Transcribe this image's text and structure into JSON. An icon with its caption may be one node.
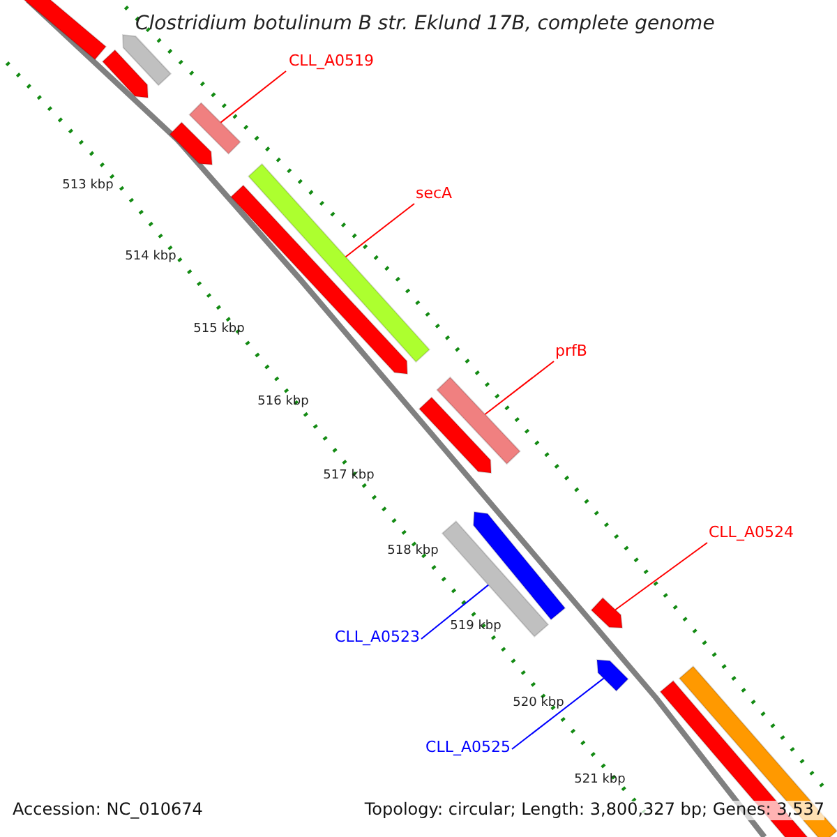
{
  "diagram": {
    "title": "Clostridium botulinum B str. Eklund 17B, complete genome",
    "nodes": [
      {
        "text": [
          "CLL_A0519"
        ]
      },
      {
        "text": [],
        "shape": "bar"
      },
      {
        "text": [
          "secA"
        ]
      },
      {
        "text": [],
        "shape": "bar"
      },
      {
        "text": [
          "prfB"
        ]
      },
      {
        "text": [],
        "shape": "bar"
      },
      {
        "text": [
          "CLL_A0524"
        ]
      },
      {
        "text": [],
        "shape": "arrow"
      },
      {
        "text": [
          "CLL_A0523"
        ]
      },
      {
        "text": [],
        "shape": "bar"
      },
      {
        "text": [
          "CLL_A0525"
        ]
      },
      {
        "text": [],
        "shape": "arrow"
      }
    ],
    "edges": [
      {
        "from": 0,
        "to": 1,
        "arrow": "none"
      },
      {
        "from": 2,
        "to": 3,
        "arrow": "none"
      },
      {
        "from": 4,
        "to": 5,
        "arrow": "none"
      },
      {
        "from": 6,
        "to": 7,
        "arrow": "none"
      },
      {
        "from": 8,
        "to": 9,
        "arrow": "none",
        "color": "#0000ff"
      },
      {
        "from": 10,
        "to": 11,
        "arrow": "none",
        "color": "#0000ff"
      }
    ],
    "labels": [
      "513 kbp",
      "514 kbp",
      "515 kbp",
      "516 kbp",
      "517 kbp",
      "518 kbp",
      "519 kbp",
      "520 kbp",
      "521 kbp",
      "Accession: NC_010674",
      "Topology: circular; Length: 3,800,327 bp; Genes: 3,537"
    ]
  }
}
